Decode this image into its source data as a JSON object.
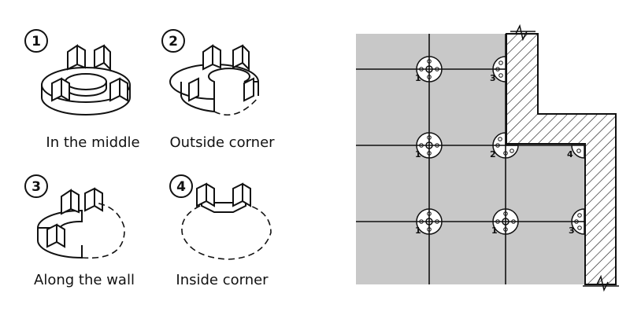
{
  "variants": [
    {
      "number": "1",
      "caption": "In the middle"
    },
    {
      "number": "2",
      "caption": "Outside corner"
    },
    {
      "number": "3",
      "caption": "Along the wall"
    },
    {
      "number": "4",
      "caption": "Inside corner"
    }
  ],
  "plan": {
    "support_labels": [
      "1",
      "3",
      "1",
      "2",
      "4",
      "1",
      "1",
      "3"
    ]
  },
  "colors": {
    "slab_fill": "#c8c8c8",
    "line": "#111111",
    "wall_hatch": "#111111"
  }
}
